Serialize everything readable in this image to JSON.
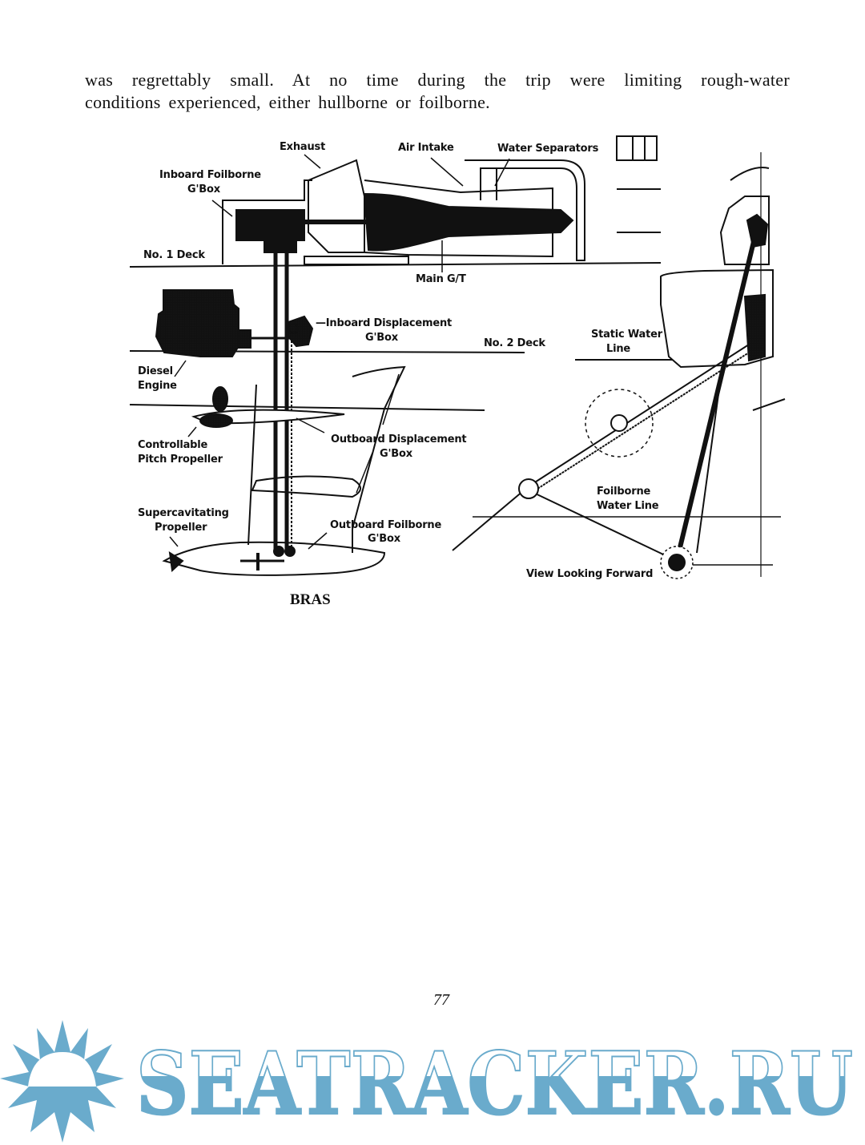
{
  "body_text": {
    "line1": "was regrettably small.  At no time during the trip were limiting rough-water",
    "line2": "conditions experienced, either hullborne or foilborne."
  },
  "figure": {
    "labels": {
      "exhaust": "Exhaust",
      "air_intake": "Air Intake",
      "water_separators": "Water Separators",
      "inboard_foilborne_1": "Inboard Foilborne",
      "inboard_foilborne_2": "G'Box",
      "no1_deck": "No. 1 Deck",
      "main_gt": "Main G/T",
      "inboard_displacement_1": "—Inboard Displacement",
      "inboard_displacement_2": "G'Box",
      "no2_deck": "No. 2 Deck",
      "static_water_1": "Static Water",
      "static_water_2": "Line",
      "diesel_1": "Diesel",
      "diesel_2": "Engine",
      "cpp_1": "Controllable",
      "cpp_2": "Pitch Propeller",
      "outboard_displacement_1": "Outboard Displacement",
      "outboard_displacement_2": "G'Box",
      "foilborne_water_1": "Foilborne",
      "foilborne_water_2": "Water Line",
      "supercav_1": "Supercavitating",
      "supercav_2": "Propeller",
      "outboard_foilborne_1": "Outboard Foilborne",
      "outboard_foilborne_2": "G'Box",
      "view_forward": "View Looking Forward"
    },
    "caption": "BRAS"
  },
  "page_number": "77",
  "watermark": {
    "text": "SEATRACKER.RU",
    "color": "#6aabcc"
  }
}
